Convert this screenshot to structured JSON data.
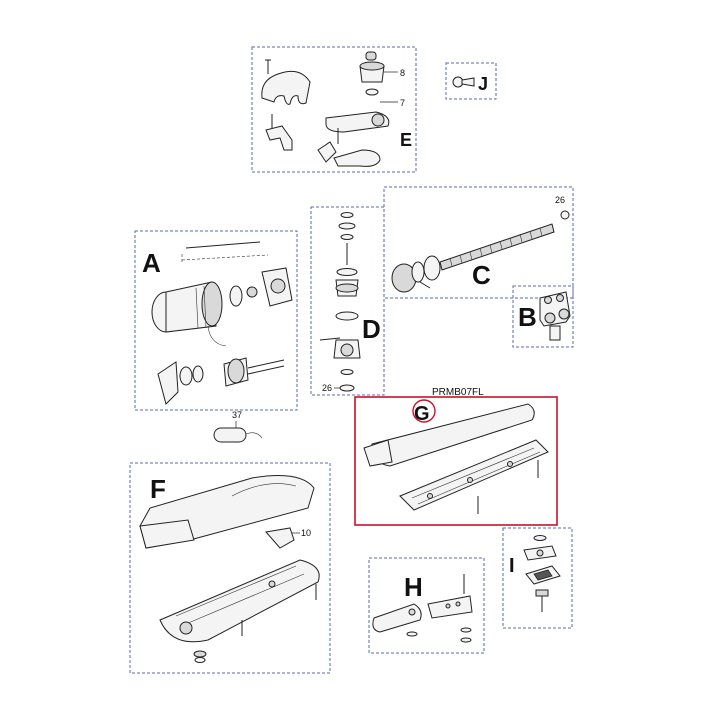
{
  "groups": [
    {
      "id": "A",
      "letter": "A"
    },
    {
      "id": "B",
      "letter": "B"
    },
    {
      "id": "C",
      "letter": "C",
      "numbers": [
        "26"
      ]
    },
    {
      "id": "D",
      "letter": "D",
      "numbers": [
        "26"
      ]
    },
    {
      "id": "E",
      "letter": "E",
      "numbers": [
        "8",
        "7"
      ]
    },
    {
      "id": "F",
      "letter": "F",
      "numbers": [
        "10"
      ]
    },
    {
      "id": "G",
      "letter": "G",
      "code": "PRMB07FL"
    },
    {
      "id": "H",
      "letter": "H"
    },
    {
      "id": "I",
      "letter": "I"
    },
    {
      "id": "J",
      "letter": "J"
    }
  ],
  "loose_part": {
    "number": "37"
  },
  "colors": {
    "group_border": "#5a67b8",
    "highlight_border": "#c8102e"
  }
}
